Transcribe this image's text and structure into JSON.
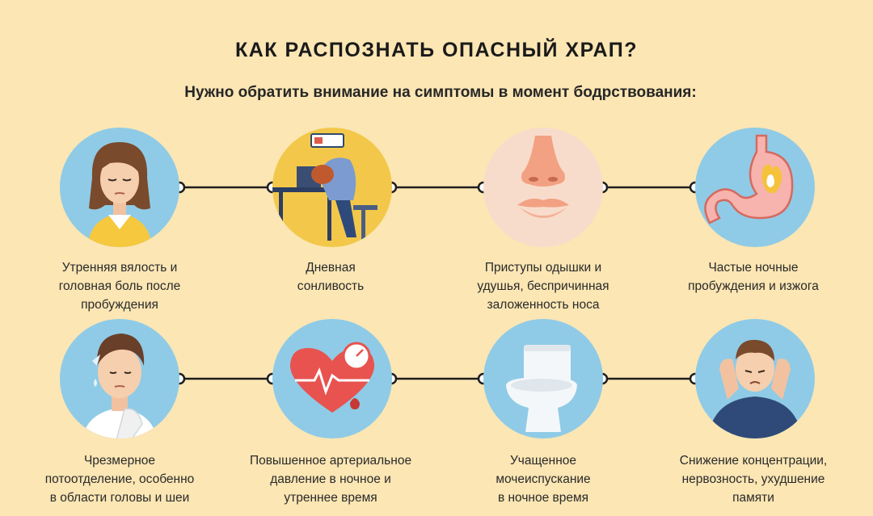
{
  "title": "КАК РАСПОЗНАТЬ ОПАСНЫЙ ХРАП?",
  "subtitle": "Нужно обратить внимание на симптомы в момент бодрствования:",
  "colors": {
    "background": "#fbe6b4",
    "circle_blue": "#8fcbe6",
    "circle_yellow": "#f3c84a",
    "circle_skin": "#f8dccb",
    "connector": "#1e1e1e"
  },
  "symptoms": [
    {
      "icon": "tired-woman-icon",
      "lines": [
        "Утренняя вялость и",
        "головная боль после",
        "пробуждения"
      ]
    },
    {
      "icon": "sleeping-at-desk-icon",
      "lines": [
        "Дневная",
        "сонливость"
      ]
    },
    {
      "icon": "nose-mouth-icon",
      "lines": [
        "Приступы одышки и",
        "удушья, беспричинная",
        "заложенность носа"
      ]
    },
    {
      "icon": "stomach-heartburn-icon",
      "lines": [
        "Частые ночные",
        "пробуждения и изжога"
      ]
    },
    {
      "icon": "sweating-man-icon",
      "lines": [
        "Чрезмерное",
        "потоотделение, особенно",
        "в области головы и шеи"
      ]
    },
    {
      "icon": "heart-pressure-icon",
      "lines": [
        "Повышенное артериальное",
        "давление в ночное и",
        "утреннее время"
      ]
    },
    {
      "icon": "toilet-icon",
      "lines": [
        "Учащенное",
        "мочеиспускание",
        "в ночное время"
      ]
    },
    {
      "icon": "stressed-man-icon",
      "lines": [
        "Снижение концентрации,",
        "нервозность, ухудшение",
        "памяти"
      ]
    }
  ]
}
